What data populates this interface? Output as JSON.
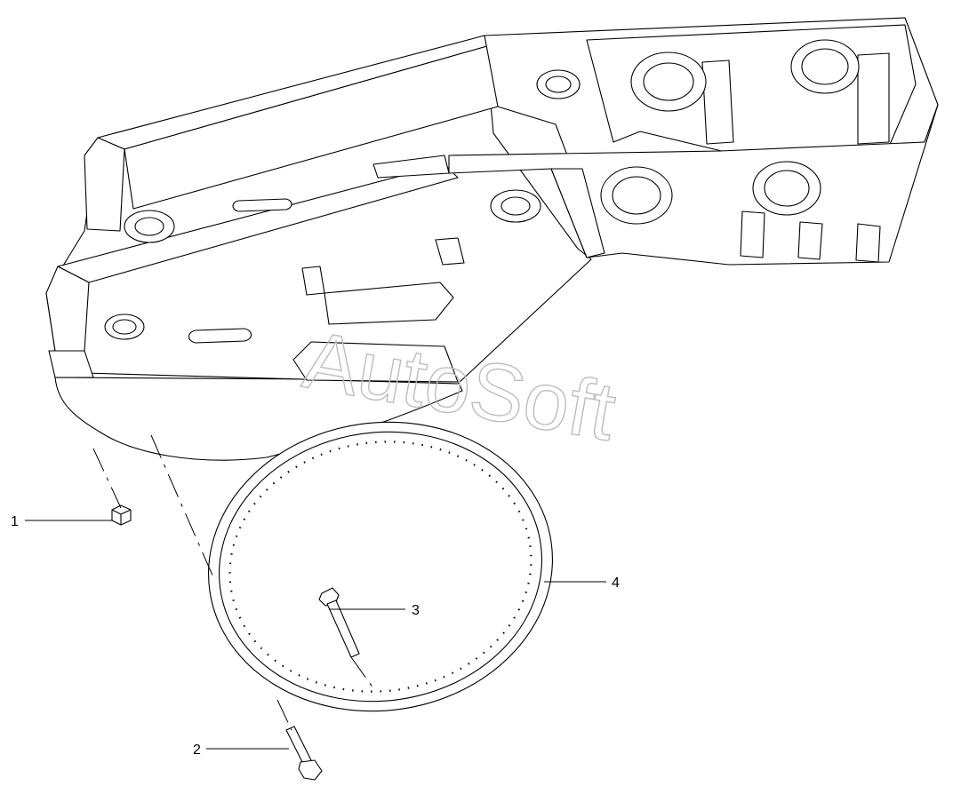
{
  "watermark": "AutoSoft",
  "callouts": [
    {
      "label": "1",
      "part": "nut"
    },
    {
      "label": "2",
      "part": "bolt"
    },
    {
      "label": "3",
      "part": "bolt"
    },
    {
      "label": "4",
      "part": "slewing-ring"
    }
  ],
  "colors": {
    "line": "#000000",
    "fill": "#ffffff",
    "watermark": "#bdbdbd"
  }
}
